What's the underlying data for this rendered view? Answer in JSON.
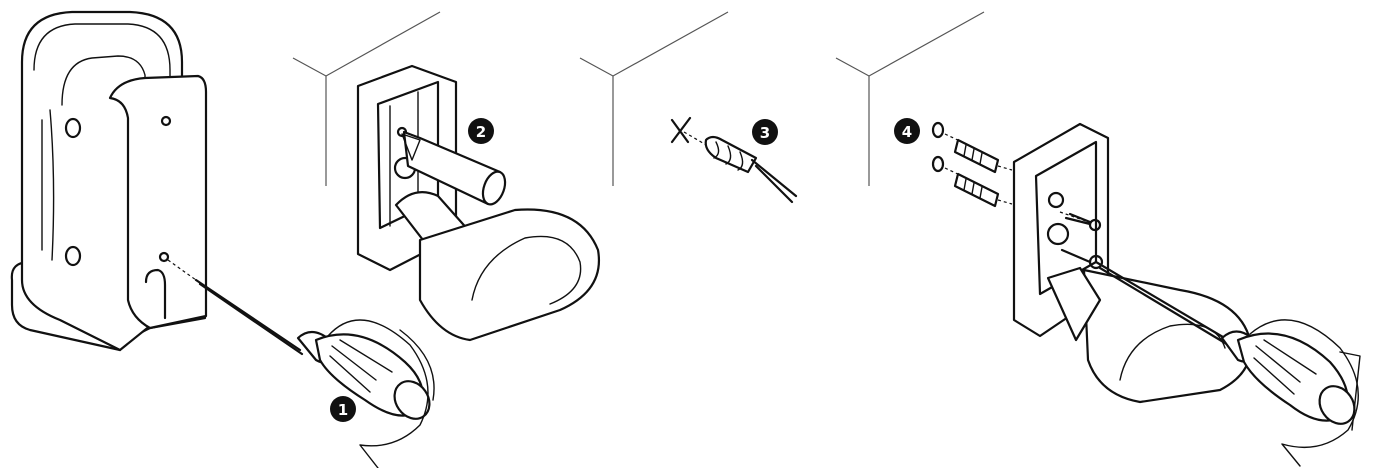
{
  "steps": [
    {
      "number": "1",
      "color": "#111111"
    },
    {
      "number": "2",
      "color": "#111111"
    },
    {
      "number": "3",
      "color": "#111111"
    },
    {
      "number": "4",
      "color": "#111111"
    }
  ],
  "icons": {
    "step1": "screwdriver-icon",
    "step2": "pencil-icon",
    "step3": "drill-bit-icon",
    "step4": "wall-plug-icon"
  }
}
